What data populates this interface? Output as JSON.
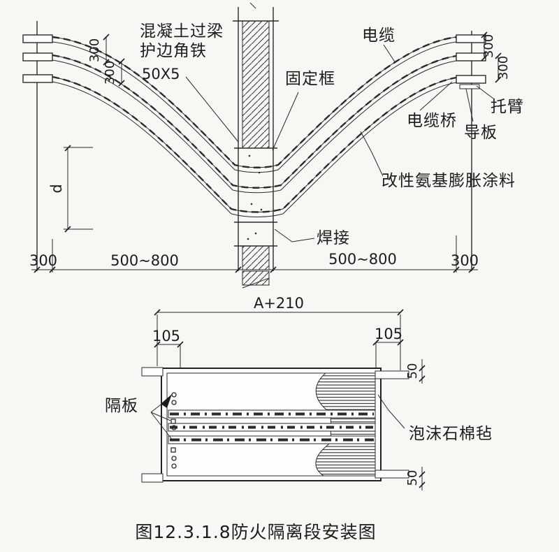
{
  "top": {
    "labels": {
      "lintel": "混凝土过梁",
      "angle_iron": "护边角铁",
      "angle_spec": "50X5",
      "fixed_frame": "固定框",
      "cable": "电缆",
      "cable_tray": "电缆桥",
      "bracket": "托臂",
      "guide_plate": "导板",
      "coating": "改性氨基膨胀涂料",
      "weld": "焊接"
    },
    "dims": {
      "d": "d",
      "v300": "300",
      "h300": "300",
      "run": "500~800"
    }
  },
  "bottom": {
    "labels": {
      "partition": "隔板",
      "foam": "泡沫石棉毡"
    },
    "dims": {
      "overall": "A+210",
      "inset": "105",
      "rail": "50"
    }
  },
  "caption": "图12.3.1.8防火隔离段安装图",
  "colors": {
    "line": "#2a2a2a",
    "background": "#f7f7f4",
    "text": "#1c1c1c"
  }
}
